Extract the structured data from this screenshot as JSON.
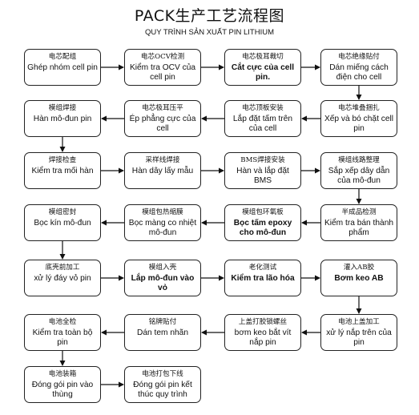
{
  "header": {
    "title": "PACK生产工艺流程图",
    "subtitle": "QUY TRÌNH SẢN XUẤT PIN LITHIUM"
  },
  "steps": [
    {
      "zh": "电芯配组",
      "vi": "Ghép nhóm cell pin",
      "bold": false
    },
    {
      "zh": "电芯OCV检测",
      "vi": "Kiểm tra OCV của cell pin",
      "bold": false
    },
    {
      "zh": "电芯极耳裁切",
      "vi": "Cắt cực của cell pin.",
      "bold": true
    },
    {
      "zh": "电芯绝缘贴付",
      "vi": "Dán miếng cách điện cho cell",
      "bold": false
    },
    {
      "zh": "电芯堆叠捆扎",
      "vi": "Xếp và bó chặt cell pin",
      "bold": false
    },
    {
      "zh": "电芯顶板安装",
      "vi": "Lắp đặt tấm trên của cell",
      "bold": false
    },
    {
      "zh": "电芯极耳压平",
      "vi": "Ép phẳng cực của cell",
      "bold": false
    },
    {
      "zh": "模组焊接",
      "vi": "Hàn mô-đun pin",
      "bold": false
    },
    {
      "zh": "焊接检查",
      "vi": "Kiểm tra mối hàn",
      "bold": false
    },
    {
      "zh": "采样线焊接",
      "vi": "Hàn dây lấy mẫu",
      "bold": false
    },
    {
      "zh": "BMS焊接安装",
      "vi": "Hàn và lắp đặt BMS",
      "bold": false
    },
    {
      "zh": "模组线路整理",
      "vi": "Sắp xếp dây dẫn của mô-đun",
      "bold": false
    },
    {
      "zh": "半成品检测",
      "vi": "Kiểm tra bán thành phẩm",
      "bold": false
    },
    {
      "zh": "模组包环氧板",
      "vi": "Bọc tấm epoxy cho mô-đun",
      "bold": true
    },
    {
      "zh": "模组包热缩膜",
      "vi": "Bọc màng co nhiệt mô-đun",
      "bold": false
    },
    {
      "zh": "模组密封",
      "vi": "Bọc kín mô-đun",
      "bold": false
    },
    {
      "zh": "底壳前加工",
      "vi": "xử lý đáy vỏ pin",
      "bold": false
    },
    {
      "zh": "模组入壳",
      "vi": "Lắp mô-đun vào vỏ",
      "bold": true
    },
    {
      "zh": "老化测试",
      "vi": "Kiểm tra lão hóa",
      "bold": true
    },
    {
      "zh": "灌入AB胶",
      "vi": "Bơm keo AB",
      "bold": true
    },
    {
      "zh": "电池上盖加工",
      "vi": "xử lý nắp trên của pin",
      "bold": false
    },
    {
      "zh": "上盖打胶锁螺丝",
      "vi": "bơm keo bắt vít nắp pin",
      "bold": false
    },
    {
      "zh": "铭牌贴付",
      "vi": "Dán tem nhãn",
      "bold": false
    },
    {
      "zh": "电池全检",
      "vi": "Kiểm tra toàn bộ pin",
      "bold": false
    },
    {
      "zh": "电池装箱",
      "vi": "Đóng gói pin vào thùng",
      "bold": false
    },
    {
      "zh": "电池打包下线",
      "vi": "Đóng gói pin kết thúc quy trình",
      "bold": false
    }
  ]
}
